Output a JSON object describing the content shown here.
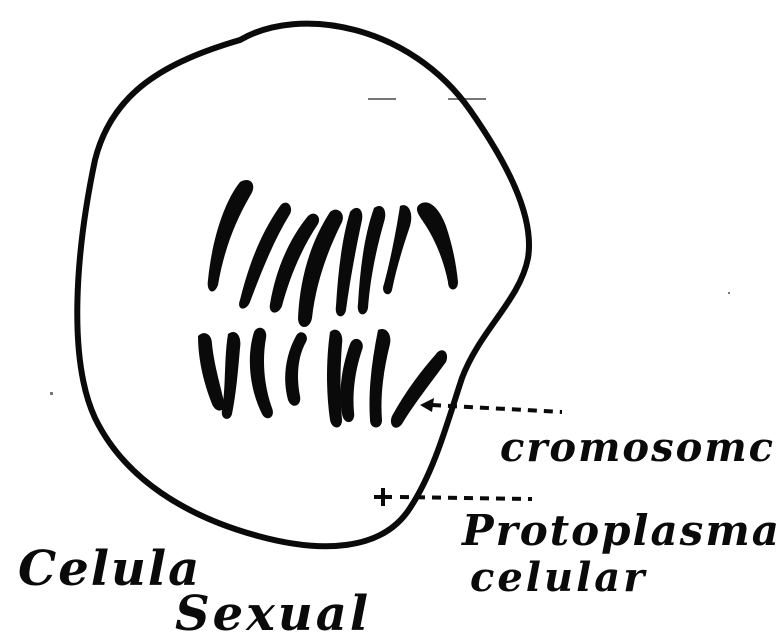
{
  "labels": {
    "chromosome": "cromosomc",
    "protoplasm_line1": "Protoplasma",
    "protoplasm_line2": "celular",
    "cell_line1": "Celula",
    "cell_line2": "Sexual"
  },
  "colors": {
    "ink": "#0a0a0a",
    "background": "#ffffff"
  }
}
